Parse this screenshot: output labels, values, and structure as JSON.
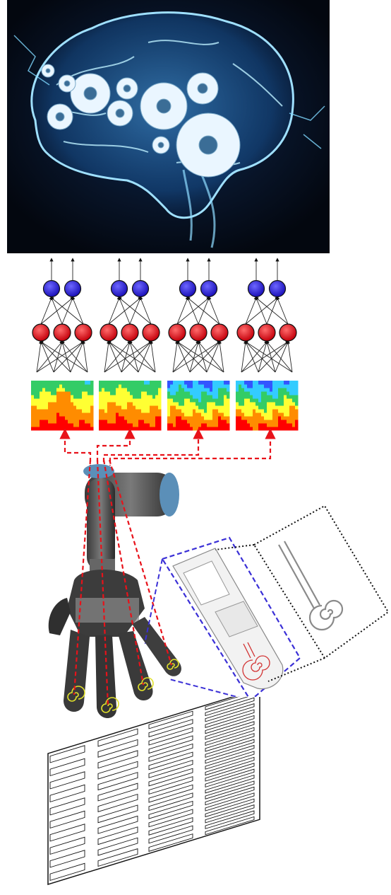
{
  "figure": {
    "panels": {
      "brain": {
        "icon": "brain-with-gears"
      },
      "networks": {
        "count": 4,
        "hidden_nodes": 3,
        "output_nodes": 2,
        "hidden_color": "#e8121a",
        "output_color": "#2a1fd8"
      },
      "spectrograms": {
        "count": 4,
        "palette": [
          "#ff0000",
          "#ff8c00",
          "#ffff33",
          "#33cc66",
          "#33ccff",
          "#3355ff"
        ]
      },
      "links": {
        "count": 4,
        "color": "#e8121a",
        "style": "dashed"
      },
      "robot": {
        "icon": "robotic-arm-with-hand",
        "sensor_icon": "spiral-sensor",
        "sensor_color": "#e0e02a"
      },
      "finger_zoom": {
        "icon": "finger-cad-model",
        "border_color": "#3a2fd6"
      },
      "sensor_zoom": {
        "icon": "spiral-electrode",
        "border_color": "#111111"
      },
      "texture": {
        "icon": "grating-textures",
        "regions": 4
      }
    }
  }
}
